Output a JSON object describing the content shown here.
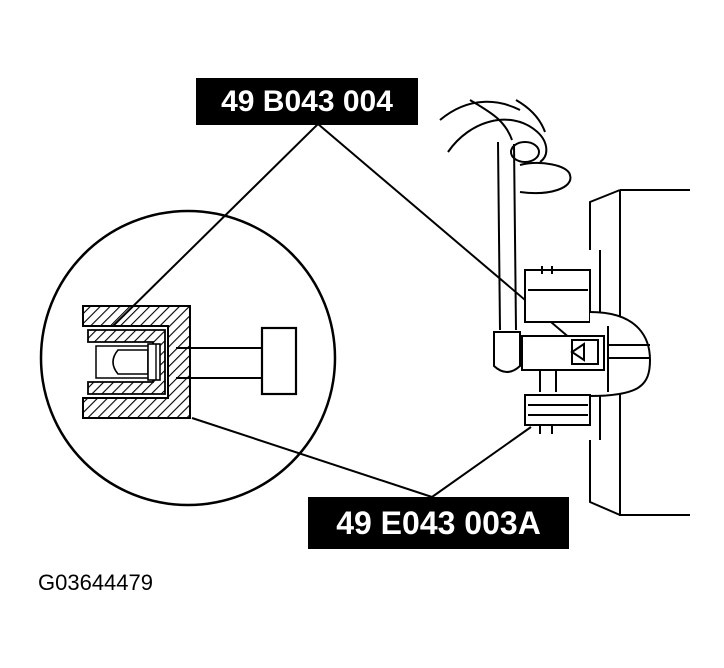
{
  "callouts": {
    "top_part_number": "49 B043 004",
    "bottom_part_number": "49 E043 003A"
  },
  "figure_id": "G03644479",
  "colors": {
    "ink": "#000000",
    "paper": "#ffffff"
  }
}
